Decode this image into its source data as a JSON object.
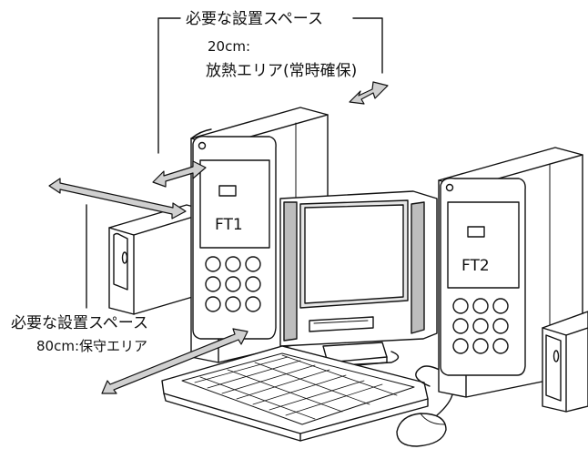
{
  "labels": {
    "top_space": "必要な設置スペース",
    "top_detail_1": "20cm:",
    "top_detail_2": "放熱エリア(常時確保)",
    "left_space": "必要な設置スペース",
    "left_detail": "80cm:保守エリア",
    "unit_1": "FT1",
    "unit_2": "FT2"
  },
  "colors": {
    "line": "#111111",
    "arrow_fill": "#d0d0d0",
    "panel_gray": "#bdbdbd",
    "screen_gray": "#e6e6e6"
  }
}
